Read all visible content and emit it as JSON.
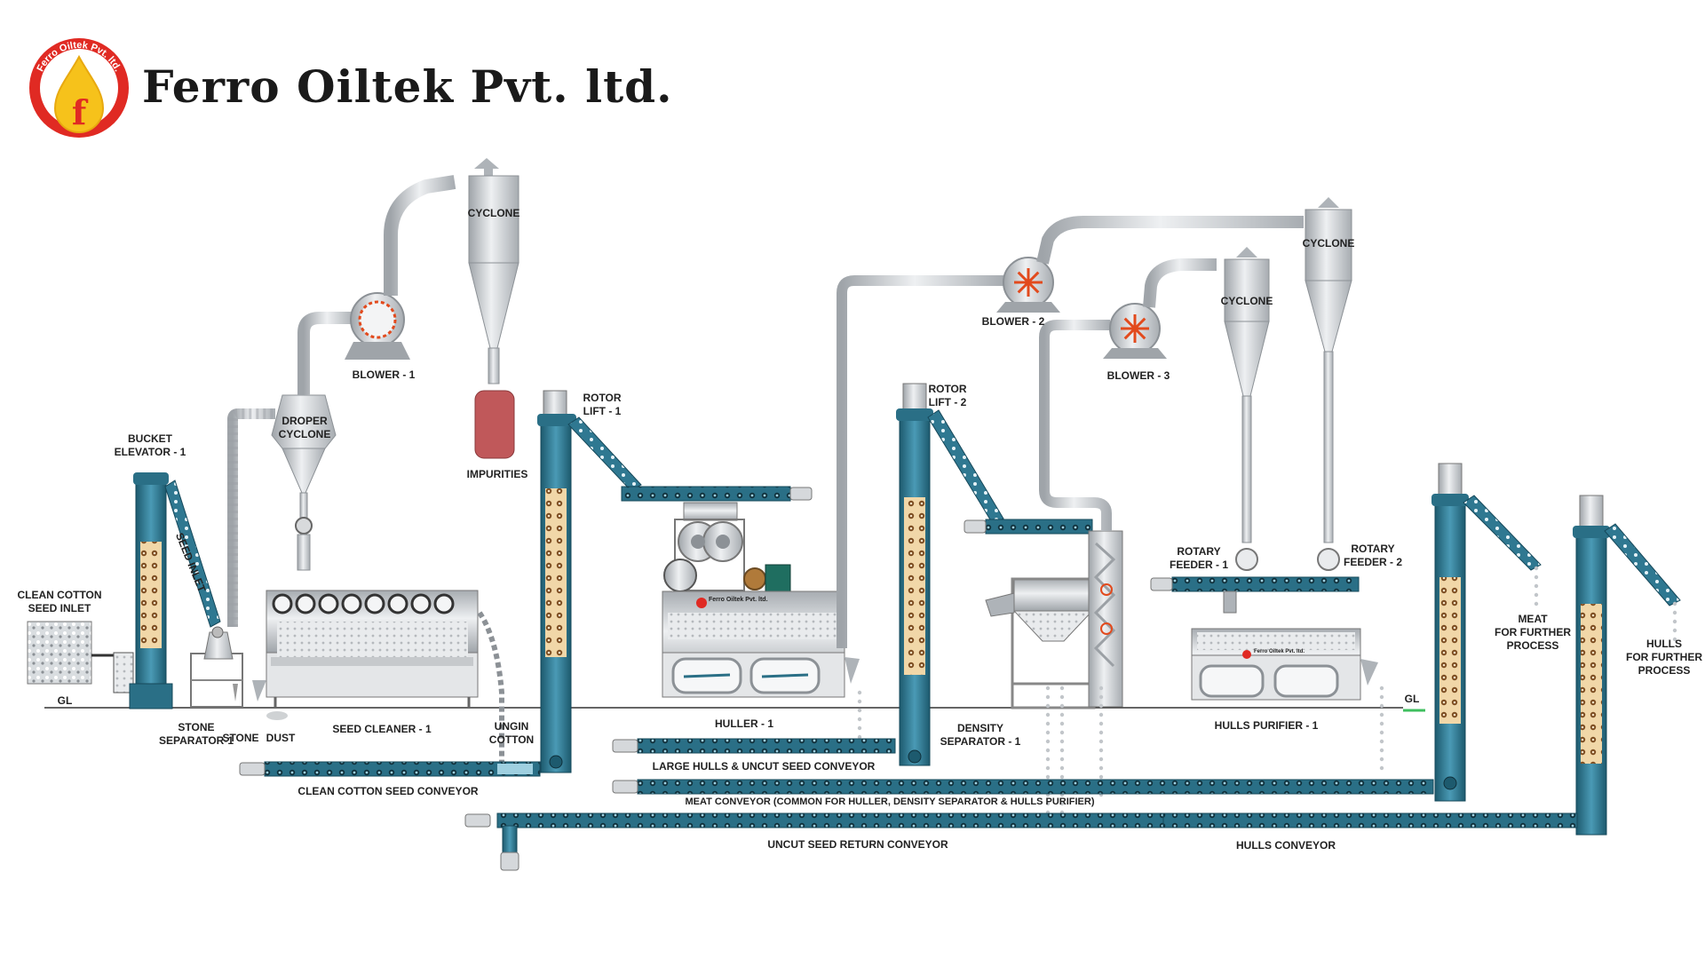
{
  "company": {
    "name": "Ferro Oiltek Pvt. ltd.",
    "logo_text": "Ferro Oiltek Pvt. ltd.",
    "logo_letter": "f",
    "machine_badge": "Ferro Oiltek Pvt. ltd."
  },
  "colors": {
    "conveyor": "#2f7891",
    "conveyor_dark": "#1d5a6e",
    "steel": "#c9ccd0",
    "steel_dark": "#8c9196",
    "logo_red": "#e02a23",
    "logo_yellow": "#f6c21b",
    "blower_star": "#e24a1d",
    "impurities": "#c0585a",
    "pipe_tag": "#7a5cc9"
  },
  "labels": {
    "clean_cotton_seed_inlet": [
      "CLEAN COTTON",
      "SEED INLET"
    ],
    "gl_left": "GL",
    "gl_right": "GL",
    "bucket_elevator": [
      "BUCKET",
      "ELEVATOR - 1"
    ],
    "seed_inlet": "SEED INLET",
    "stone_separator": [
      "STONE",
      "SEPARATOR-1"
    ],
    "stone": "STONE",
    "dust": "DUST",
    "droper_cyclone": [
      "DROPER",
      "CYCLONE"
    ],
    "blower_1": "BLOWER - 1",
    "cyclone_1": "CYCLONE",
    "impurities": "IMPURITIES",
    "seed_cleaner": "SEED CLEANER - 1",
    "ungin_cotton": [
      "UNGIN",
      "COTTON"
    ],
    "rotor_lift_1": [
      "ROTOR",
      "LIFT - 1"
    ],
    "huller": "HULLER - 1",
    "large_hulls_conveyor": "LARGE HULLS & UNCUT SEED CONVEYOR",
    "clean_cotton_seed_conveyor": "CLEAN COTTON SEED CONVEYOR",
    "rotor_lift_2": [
      "ROTOR",
      "LIFT - 2"
    ],
    "blower_2": "BLOWER - 2",
    "blower_3": "BLOWER - 3",
    "density_separator": [
      "DENSITY",
      "SEPARATOR - 1"
    ],
    "cyclone_2": "CYCLONE",
    "cyclone_3": "CYCLONE",
    "rotary_feeder_1": [
      "ROTARY",
      "FEEDER - 1"
    ],
    "rotary_feeder_2": [
      "ROTARY",
      "FEEDER - 2"
    ],
    "hulls_purifier": "HULLS PURIFIER - 1",
    "meat_conveyor": "MEAT CONVEYOR (COMMON FOR HULLER, DENSITY SEPARATOR & HULLS PURIFIER)",
    "uncut_seed_return_conveyor": "UNCUT SEED RETURN CONVEYOR",
    "hulls_conveyor": "HULLS CONVEYOR",
    "meat_further": [
      "MEAT",
      "FOR FURTHER",
      "PROCESS"
    ],
    "hulls_further": [
      "HULLS",
      "FOR FURTHER",
      "PROCESS"
    ]
  }
}
